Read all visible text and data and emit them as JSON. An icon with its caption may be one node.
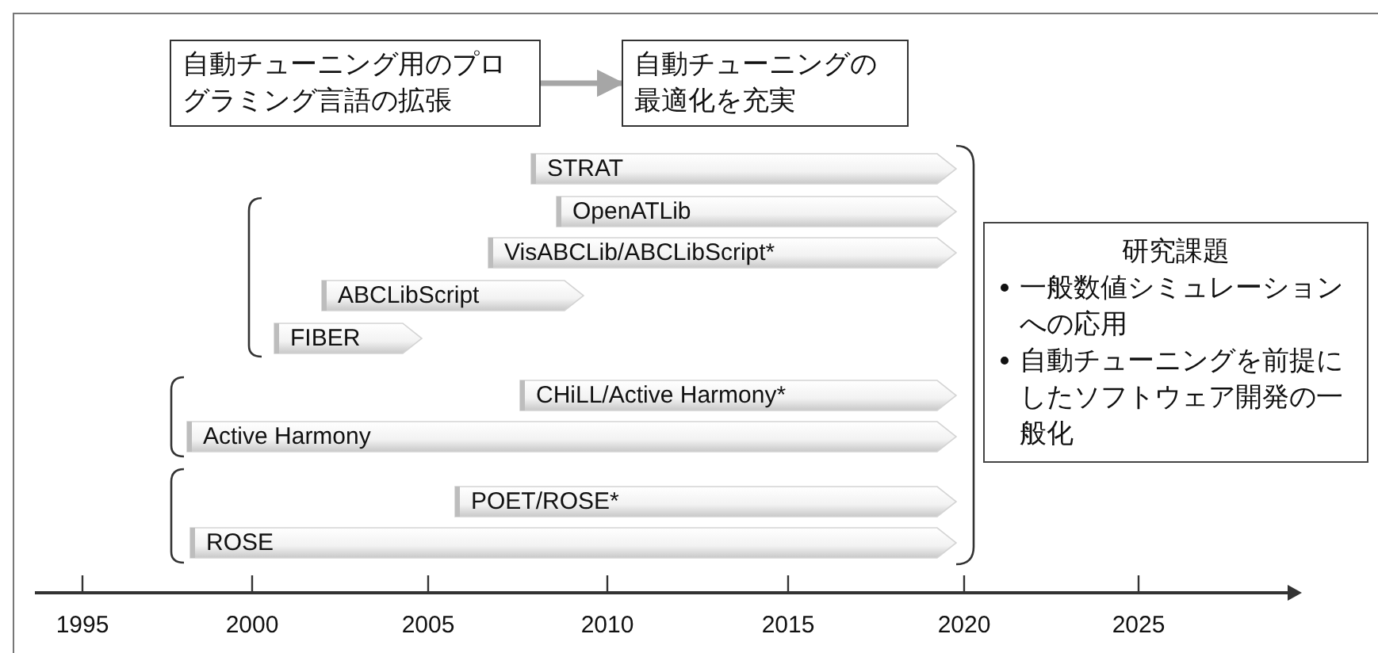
{
  "diagram": {
    "nodes": [
      {
        "text": [
          "自動チューニング用のプログラミング言語の拡張"
        ]
      },
      {
        "text": [
          "自動チューニングの最適化を充実"
        ]
      },
      {
        "text": [
          "STRAT"
        ]
      },
      {
        "text": [
          "OpenATLib"
        ]
      },
      {
        "text": [
          "VisABCLib/ABCLibScript*"
        ]
      },
      {
        "text": [
          "ABCLibScript"
        ]
      },
      {
        "text": [
          "FIBER"
        ]
      },
      {
        "text": [
          "CHiLL/Active Harmony*"
        ]
      },
      {
        "text": [
          "Active Harmony"
        ]
      },
      {
        "text": [
          "POET/ROSE*"
        ]
      },
      {
        "text": [
          "ROSE"
        ]
      },
      {
        "text": [
          "研究課題",
          "一般数値シミュレーションへの応用",
          "自動チューニングを前提にしたソフトウェア開発の一般化"
        ]
      }
    ],
    "edges": [
      {
        "from": 0,
        "to": 1,
        "arrow": "to"
      }
    ],
    "labels": [
      "1995",
      "2000",
      "2005",
      "2010",
      "2015",
      "2020",
      "2025"
    ]
  }
}
